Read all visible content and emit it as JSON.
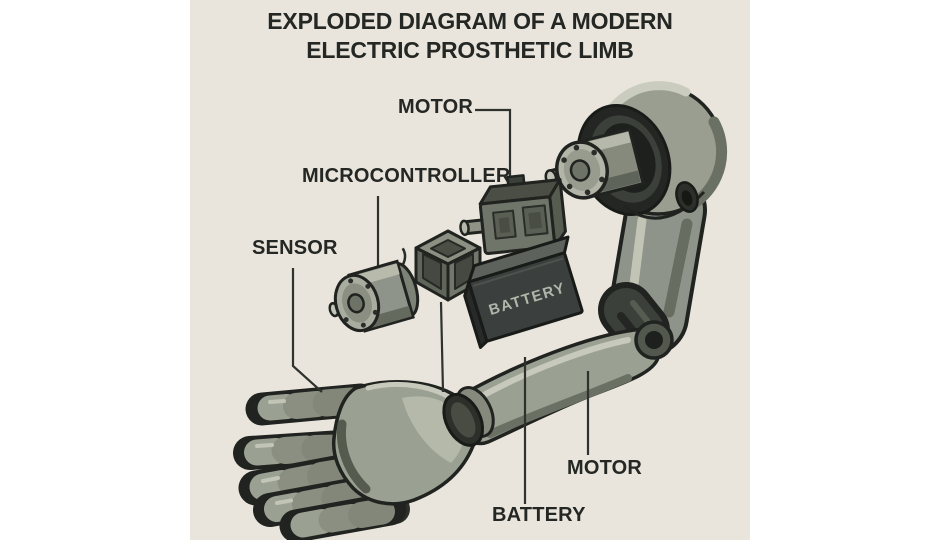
{
  "title": {
    "line1": "EXPLODED DIAGRAM OF A MODERN",
    "line2": "ELECTRIC PROSTHETIC LIMB"
  },
  "labels": {
    "motor_top": "MOTOR",
    "microcontroller": "MICROCONTROLLER",
    "sensor": "SENSOR",
    "motor_bottom": "MOTOR",
    "battery_bottom": "BATTERY",
    "battery_on_component": "BATTERY"
  },
  "components": [
    "shoulder ball joint with motor cylinder",
    "upper arm segment",
    "elbow joint",
    "forearm segment",
    "wrist ring",
    "robotic hand with segmented fingers",
    "motor module (exploded)",
    "microcontroller cube (exploded)",
    "battery pack (exploded)",
    "sensor cylinder (exploded)"
  ],
  "colors": {
    "page_background": "#ffffff",
    "canvas_background": "#e9e5dc",
    "outline": "#20231f",
    "metal_base": "#8f948a",
    "metal_light": "#c2c5b6",
    "metal_dark": "#646a5e",
    "dark_part": "#3b3f3e",
    "battery_text": "#b2b5aa",
    "label_text": "#242723"
  }
}
